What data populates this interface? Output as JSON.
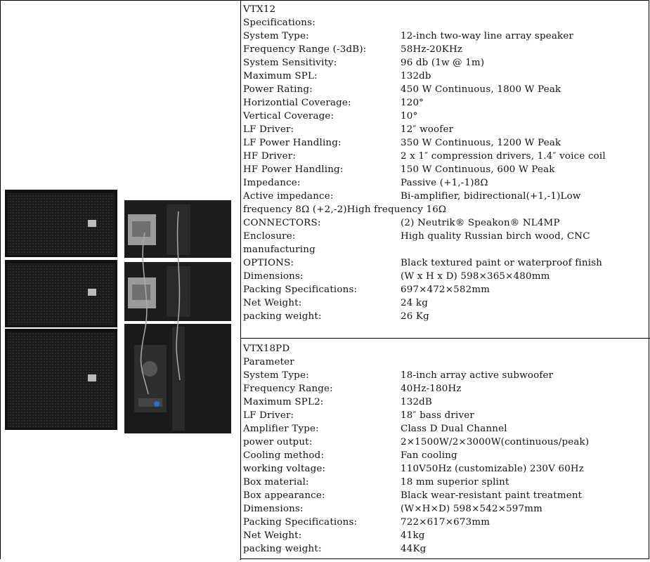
{
  "product1": {
    "model": "VTX12",
    "heading": "Specifications:",
    "rows": [
      {
        "k": "System Type:",
        "v": "12-inch two-way line array speaker"
      },
      {
        "k": "Frequency Range (-3dB):",
        "v": "58Hz-20KHz"
      },
      {
        "k": "System Sensitivity:",
        "v": "96 db (1w @ 1m)"
      },
      {
        "k": "Maximum SPL:",
        "v": "132db"
      },
      {
        "k": "Power Rating:",
        "v": "450 W Continuous, 1800 W Peak"
      },
      {
        "k": "Horizontial Coverage:",
        "v": "120°"
      },
      {
        "k": "Vertical Coverage:",
        "v": "10°"
      },
      {
        "k": "LF Driver:",
        "v": "12″ woofer"
      },
      {
        "k": "LF Power Handling:",
        "v": "350 W Continuous, 1200 W Peak"
      },
      {
        "k": "HF Driver:",
        "v": "2 x 1″ compression drivers, 1.4″ voice coil"
      },
      {
        "k": "HF Power Handling:",
        "v": "150 W Continuous, 600 W Peak"
      },
      {
        "k": "Impedance:",
        "v": "Passive (+1,-1)8Ω"
      },
      {
        "k": "Active impedance:",
        "v": "Bi-amplifier, bidirectional(+1,-1)Low"
      },
      {
        "k": "frequency 8Ω (+2,-2)High frequency 16Ω",
        "v": ""
      },
      {
        "k": "CONNECTORS:",
        "v": "(2) Neutrik® Speakon® NL4MP"
      },
      {
        "k": "Enclosure:",
        "v": "High quality Russian birch wood, CNC"
      },
      {
        "k": "manufacturing",
        "v": ""
      },
      {
        "k": "OPTIONS:",
        "v": "Black textured paint or waterproof finish"
      },
      {
        "k": "Dimensions:",
        "v": "(W x H x D) 598×365×480mm"
      },
      {
        "k": "Packing Specifications:",
        "v": "697×472×582mm"
      },
      {
        "k": "Net Weight:",
        "v": "24 kg"
      },
      {
        "k": "packing weight:",
        "v": "26 Kg"
      }
    ]
  },
  "product2": {
    "model": "VTX18PD",
    "heading": "Parameter",
    "rows": [
      {
        "k": "System Type:",
        "v": "18-inch array active subwoofer"
      },
      {
        "k": "Frequency Range:",
        "v": "40Hz-180Hz"
      },
      {
        "k": "Maximum SPL2:",
        "v": "132dB"
      },
      {
        "k": "LF Driver:",
        "v": "18″ bass driver"
      },
      {
        "k": "Amplifier Type:",
        "v": "Class D Dual Channel"
      },
      {
        "k": "power output:",
        "v": "2×1500W/2×3000W(continuous/peak)"
      },
      {
        "k": "Cooling method:",
        "v": "Fan cooling"
      },
      {
        "k": "working voltage:",
        "v": "110V50Hz (customizable) 230V 60Hz"
      },
      {
        "k": "Box material:",
        "v": "18 mm superior splint"
      },
      {
        "k": "Box appearance:",
        "v": "Black wear-resistant paint treatment"
      },
      {
        "k": "Dimensions:",
        "v": "(W×H×D) 598×542×597mm"
      },
      {
        "k": "Packing Specifications:",
        "v": "722×617×673mm"
      },
      {
        "k": "Net Weight:",
        "v": "41kg"
      },
      {
        "k": "packing weight:",
        "v": "44Kg"
      }
    ]
  }
}
